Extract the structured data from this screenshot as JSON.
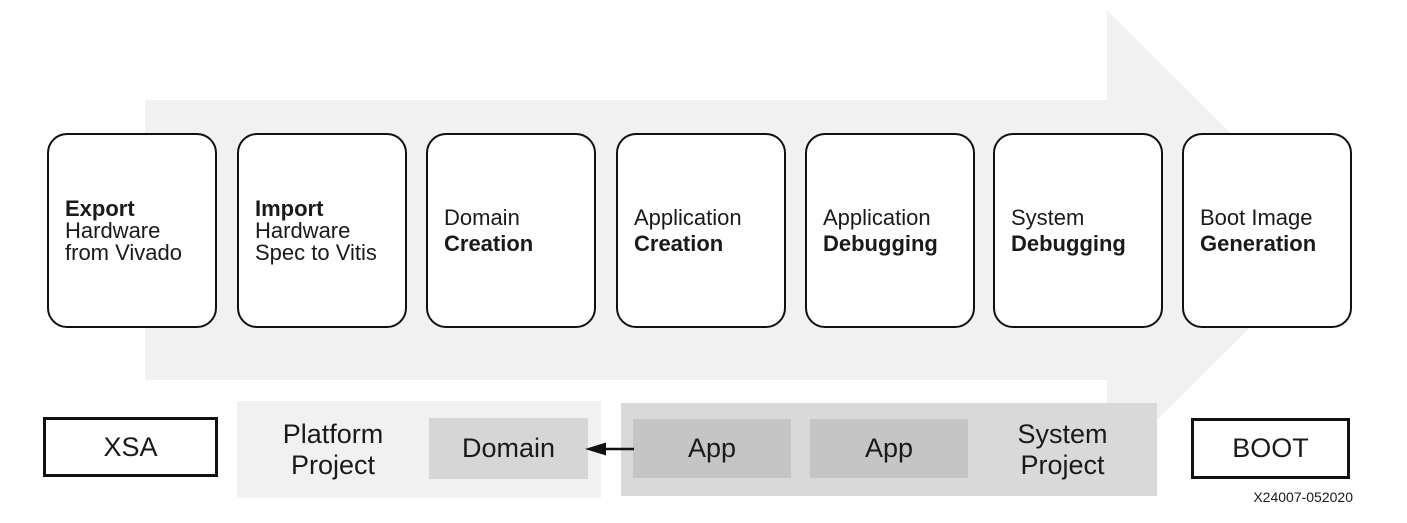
{
  "diagram": {
    "title_hint": "Vitis design flow diagram",
    "steps": [
      {
        "lines": [
          "Export",
          "Hardware",
          "from Vivado"
        ],
        "bold_line": 0
      },
      {
        "lines": [
          "Import",
          "Hardware",
          "Spec to Vitis"
        ],
        "bold_line": 0
      },
      {
        "lines": [
          "Domain",
          "Creation"
        ],
        "bold_line": 1
      },
      {
        "lines": [
          "Application",
          "Creation"
        ],
        "bold_line": 1
      },
      {
        "lines": [
          "Application",
          "Debugging"
        ],
        "bold_line": 1
      },
      {
        "lines": [
          "System",
          "Debugging"
        ],
        "bold_line": 1
      },
      {
        "lines": [
          "Boot Image",
          "Generation"
        ],
        "bold_line": 1
      }
    ],
    "artifacts": {
      "xsa_label": "XSA",
      "boot_label": "BOOT",
      "platform_project": {
        "line1": "Platform",
        "line2": "Project"
      },
      "domain_label": "Domain",
      "app_labels": [
        "App",
        "App"
      ],
      "system_project": {
        "line1": "System",
        "line2": "Project"
      }
    },
    "figure_number": "X24007-052020",
    "colors": {
      "background": "#ffffff",
      "flow_arrow": "#f1f1f1",
      "platform_panel": "#f1f1f1",
      "system_panel": "#d9d9d9",
      "domain_box": "#d6d6d6",
      "app_box": "#c5c5c5",
      "line": "#111111",
      "text": "#1a1a1a"
    }
  }
}
